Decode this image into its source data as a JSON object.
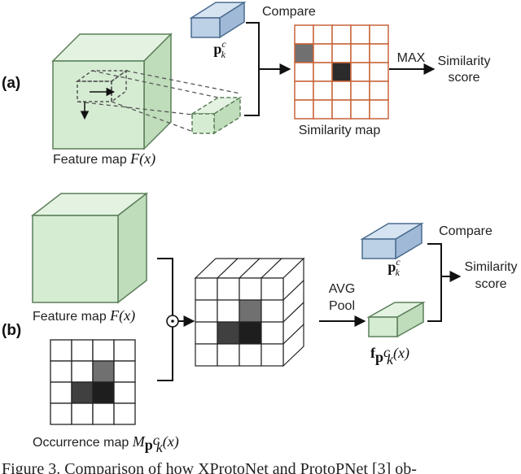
{
  "panel_a": {
    "panel_label": "(a)",
    "compare_label": "Compare",
    "prototype_label": "p",
    "prototype_sup": "c",
    "prototype_sub": "k",
    "max_label": "MAX",
    "similarity_label_line1": "Similarity",
    "similarity_label_line2": "score",
    "similarity_map_label": "Similarity map",
    "feature_map_text": "Feature map ",
    "feature_map_math": "F(x)",
    "grid_rows": 5,
    "grid_cols": 5,
    "grid_cells": [
      {
        "row": 1,
        "col": 0,
        "shade": "mid"
      },
      {
        "row": 2,
        "col": 2,
        "shade": "dark"
      }
    ]
  },
  "panel_b": {
    "panel_label": "(b)",
    "compare_label": "Compare",
    "prototype_label": "p",
    "prototype_sup": "c",
    "prototype_sub": "k",
    "similarity_label_line1": "Similarity",
    "similarity_label_line2": "score",
    "avg_pool_line1": "AVG",
    "avg_pool_line2": "Pool",
    "feature_map_text": "Feature map ",
    "feature_map_math": "F(x)",
    "pooled_feature_label": "f",
    "pooled_feature_arg": "(x)",
    "occurrence_map_text": "Occurrence map ",
    "occurrence_map_math": "M",
    "occurrence_map_arg": "(x)",
    "operator_symbol": "⊙"
  },
  "caption": "Figure 3.  Comparison of how XProtoNet and ProtoPNet [3] ob-",
  "caption_ref_color": "#2ca02c",
  "colors": {
    "green_face": "#d5ecd2",
    "green_edge": "#5b7f59",
    "blue_face": "#bcd0e6",
    "blue_edge": "#4a6c8f",
    "grid_line": "#c8643a",
    "dark_cell": "#2b2b2b",
    "mid_cell": "#707070"
  }
}
